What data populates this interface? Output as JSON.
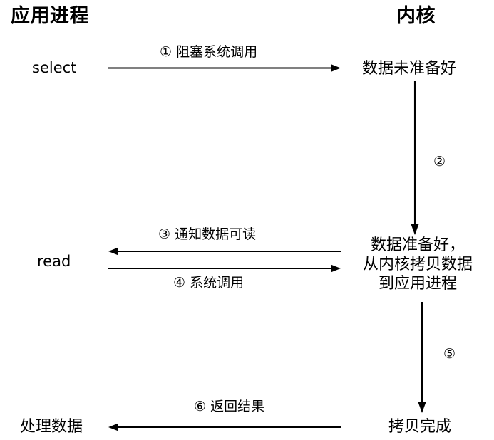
{
  "diagram": {
    "type": "sequence-diagram",
    "title_app": "应用进程",
    "title_kernel": "内核",
    "background_color": "#ffffff",
    "line_color": "#000000",
    "columns": [
      {
        "name": "application-process",
        "label": "应用进程"
      },
      {
        "name": "kernel",
        "label": "内核"
      }
    ],
    "app_nodes": [
      {
        "name": "select",
        "label": "select"
      },
      {
        "name": "read",
        "label": "read"
      },
      {
        "name": "process-data",
        "label": "处理数据"
      }
    ],
    "kernel_nodes": [
      {
        "name": "data-not-ready",
        "label": "数据未准备好"
      },
      {
        "name": "data-ready-copy",
        "lines": [
          "数据准备好，",
          "从内核拷贝数据",
          "到应用进程"
        ]
      },
      {
        "name": "copy-complete",
        "label": "拷贝完成"
      }
    ],
    "edges": [
      {
        "name": "blocking-syscall",
        "step": "①",
        "text": "阻塞系统调用",
        "label": "① 阻塞系统调用",
        "direction": "app-to-kernel"
      },
      {
        "name": "kernel-wait",
        "step": "②",
        "text": "",
        "label": "②",
        "direction": "kernel-down"
      },
      {
        "name": "notify-data-readable",
        "step": "③",
        "text": "通知数据可读",
        "label": "③ 通知数据可读",
        "direction": "kernel-to-app"
      },
      {
        "name": "syscall",
        "step": "④",
        "text": "系统调用",
        "label": "④ 系统调用",
        "direction": "app-to-kernel"
      },
      {
        "name": "kernel-copy",
        "step": "⑤",
        "text": "",
        "label": "⑤",
        "direction": "kernel-down"
      },
      {
        "name": "return-result",
        "step": "⑥",
        "text": "返回结果",
        "label": "⑥ 返回结果",
        "direction": "kernel-to-app"
      }
    ]
  }
}
